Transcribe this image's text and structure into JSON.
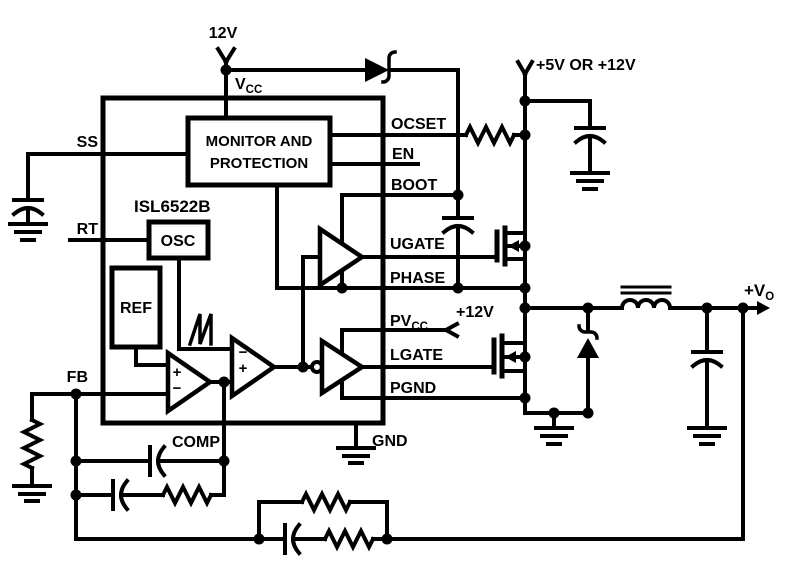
{
  "colors": {
    "ink": "#000000",
    "paper": "#ffffff"
  },
  "chip": {
    "part_number": "ISL6522B",
    "blocks": {
      "monitor_line1": "MONITOR AND",
      "monitor_line2": "PROTECTION",
      "osc": "OSC",
      "ref": "REF"
    },
    "pins": {
      "ss": "SS",
      "rt": "RT",
      "fb": "FB",
      "comp": "COMP",
      "gnd": "GND",
      "ocset": "OCSET",
      "en": "EN",
      "boot": "BOOT",
      "ugate": "UGATE",
      "phase": "PHASE",
      "pvcc_main": "PV",
      "pvcc_sub": "CC",
      "lgate": "LGATE",
      "pgnd": "PGND"
    }
  },
  "supplies": {
    "bias": "12V",
    "vcc_main": "V",
    "vcc_sub": "CC",
    "input_rail": "+5V OR +12V",
    "gate_rail": "+12V",
    "output_main": "+V",
    "output_sub": "O"
  },
  "amp_marks": {
    "error_amp_plus": "+",
    "error_amp_minus": "−",
    "pwm_minus": "−",
    "pwm_plus": "+"
  }
}
